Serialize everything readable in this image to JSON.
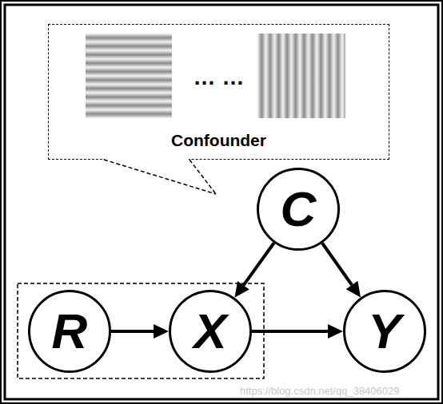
{
  "diagram": {
    "nodes": [
      {
        "text": [
          "… …",
          "Confounder"
        ]
      },
      {
        "text": [
          "C"
        ]
      },
      {
        "text": [
          "R"
        ]
      },
      {
        "text": [
          "X"
        ]
      },
      {
        "text": [
          "Y"
        ]
      }
    ],
    "edges": [
      {
        "from": 1,
        "to": 3,
        "arrow": "to"
      },
      {
        "from": 1,
        "to": 4,
        "arrow": "to"
      },
      {
        "from": 2,
        "to": 3,
        "arrow": "to"
      },
      {
        "from": 3,
        "to": 4,
        "arrow": "to"
      }
    ],
    "labels": [
      "https://blog.csdn.net/qq_38406029"
    ]
  }
}
